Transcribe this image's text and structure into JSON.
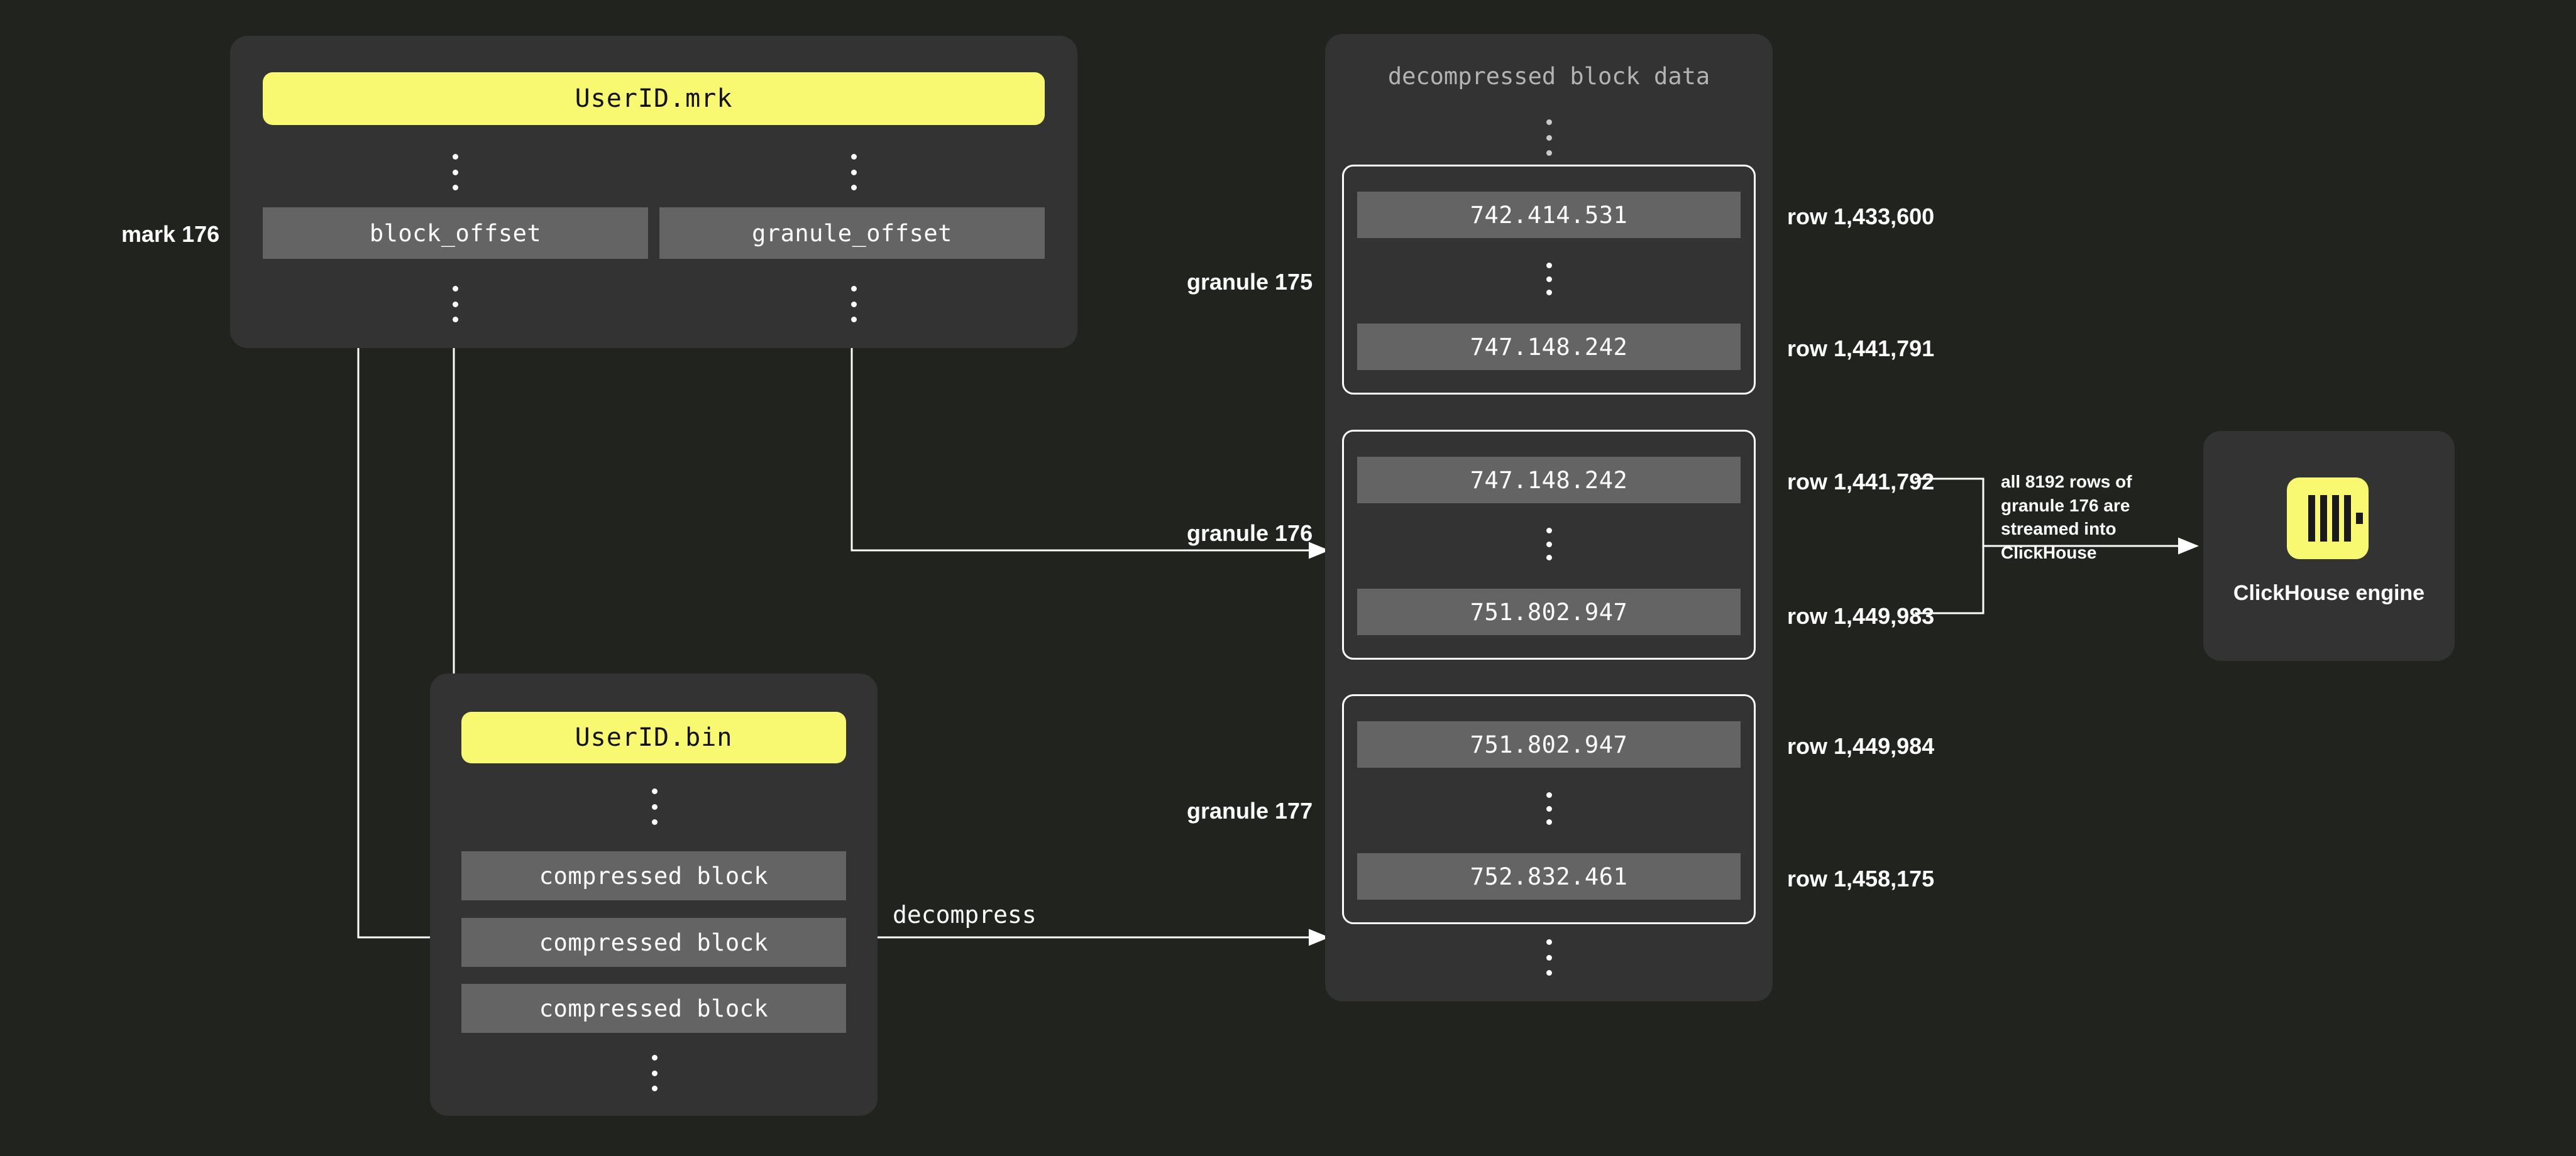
{
  "diagram": {
    "title_mark_file": "UserID.mrk",
    "title_bin_file": "UserID.bin",
    "mark_label": "mark 176",
    "decompress_label": "decompress",
    "decompressed_panel_title": "decompressed block data",
    "mark_columns": [
      {
        "name": "block_offset"
      },
      {
        "name": "granule_offset"
      }
    ],
    "compressed_blocks": [
      {
        "label": "compressed block"
      },
      {
        "label": "compressed block"
      },
      {
        "label": "compressed block"
      }
    ],
    "granules": [
      {
        "label": "granule 175",
        "first_value": "742.414.531",
        "last_value": "747.148.242",
        "first_row": "row 1,433,600",
        "last_row": "row 1,441,791"
      },
      {
        "label": "granule 176",
        "first_value": "747.148.242",
        "last_value": "751.802.947",
        "first_row": "row 1,441,792",
        "last_row": "row 1,449,983"
      },
      {
        "label": "granule 177",
        "first_value": "751.802.947",
        "last_value": "752.832.461",
        "first_row": "row 1,449,984",
        "last_row": "row 1,458,175"
      }
    ],
    "stream_note": "all 8192 rows of granule 176 are streamed into ClickHouse",
    "engine": {
      "name": "ClickHouse engine",
      "icon": "clickhouse-logo-icon"
    },
    "colors": {
      "background": "#21231f",
      "panel": "#333333",
      "cell": "#646464",
      "accent_yellow": "#f8f871",
      "text": "#ffffff",
      "muted_text": "#b3b3b3"
    }
  }
}
